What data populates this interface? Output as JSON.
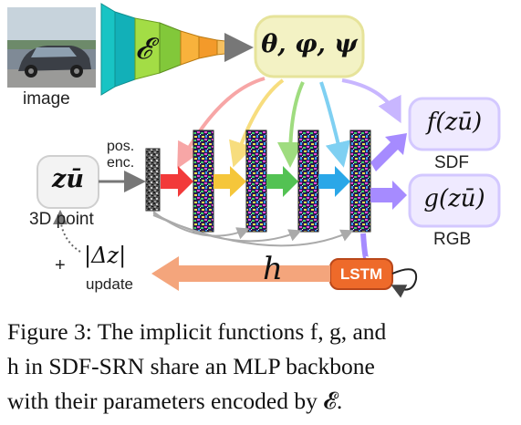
{
  "labels": {
    "image": "image",
    "encoder": "𝓔",
    "params": "θ, φ, ψ",
    "pos_enc_line1": "pos.",
    "pos_enc_line2": "enc.",
    "point_symbol": "zū",
    "point_label": "3D point",
    "sdf_symbol": "f(zū)",
    "sdf_label": "SDF",
    "rgb_symbol": "g(zū)",
    "rgb_label": "RGB",
    "h_symbol": "h",
    "lstm": "LSTM",
    "plus": "+",
    "delta": "|Δz|",
    "update": "update"
  },
  "caption": {
    "line1": "Figure 3: The implicit functions f, g, and",
    "line2": "h in SDF-SRN share an MLP backbone",
    "line3": "with their parameters encoded by 𝓔."
  },
  "colors": {
    "encoder_cyan": "#16c2c2",
    "encoder_green": "#9fdc42",
    "encoder_orange": "#f6a430",
    "params_bg": "#f4f3c4",
    "sdf_box": "#efeaff",
    "purple_arrow": "#a68bff",
    "lstm_orange": "#ee6a2a",
    "h_arrow": "#f4a57c",
    "arrow_red": "#f23a3a",
    "arrow_yellow": "#f5c63a",
    "arrow_green": "#53c253",
    "arrow_blue": "#2aa7e8"
  }
}
